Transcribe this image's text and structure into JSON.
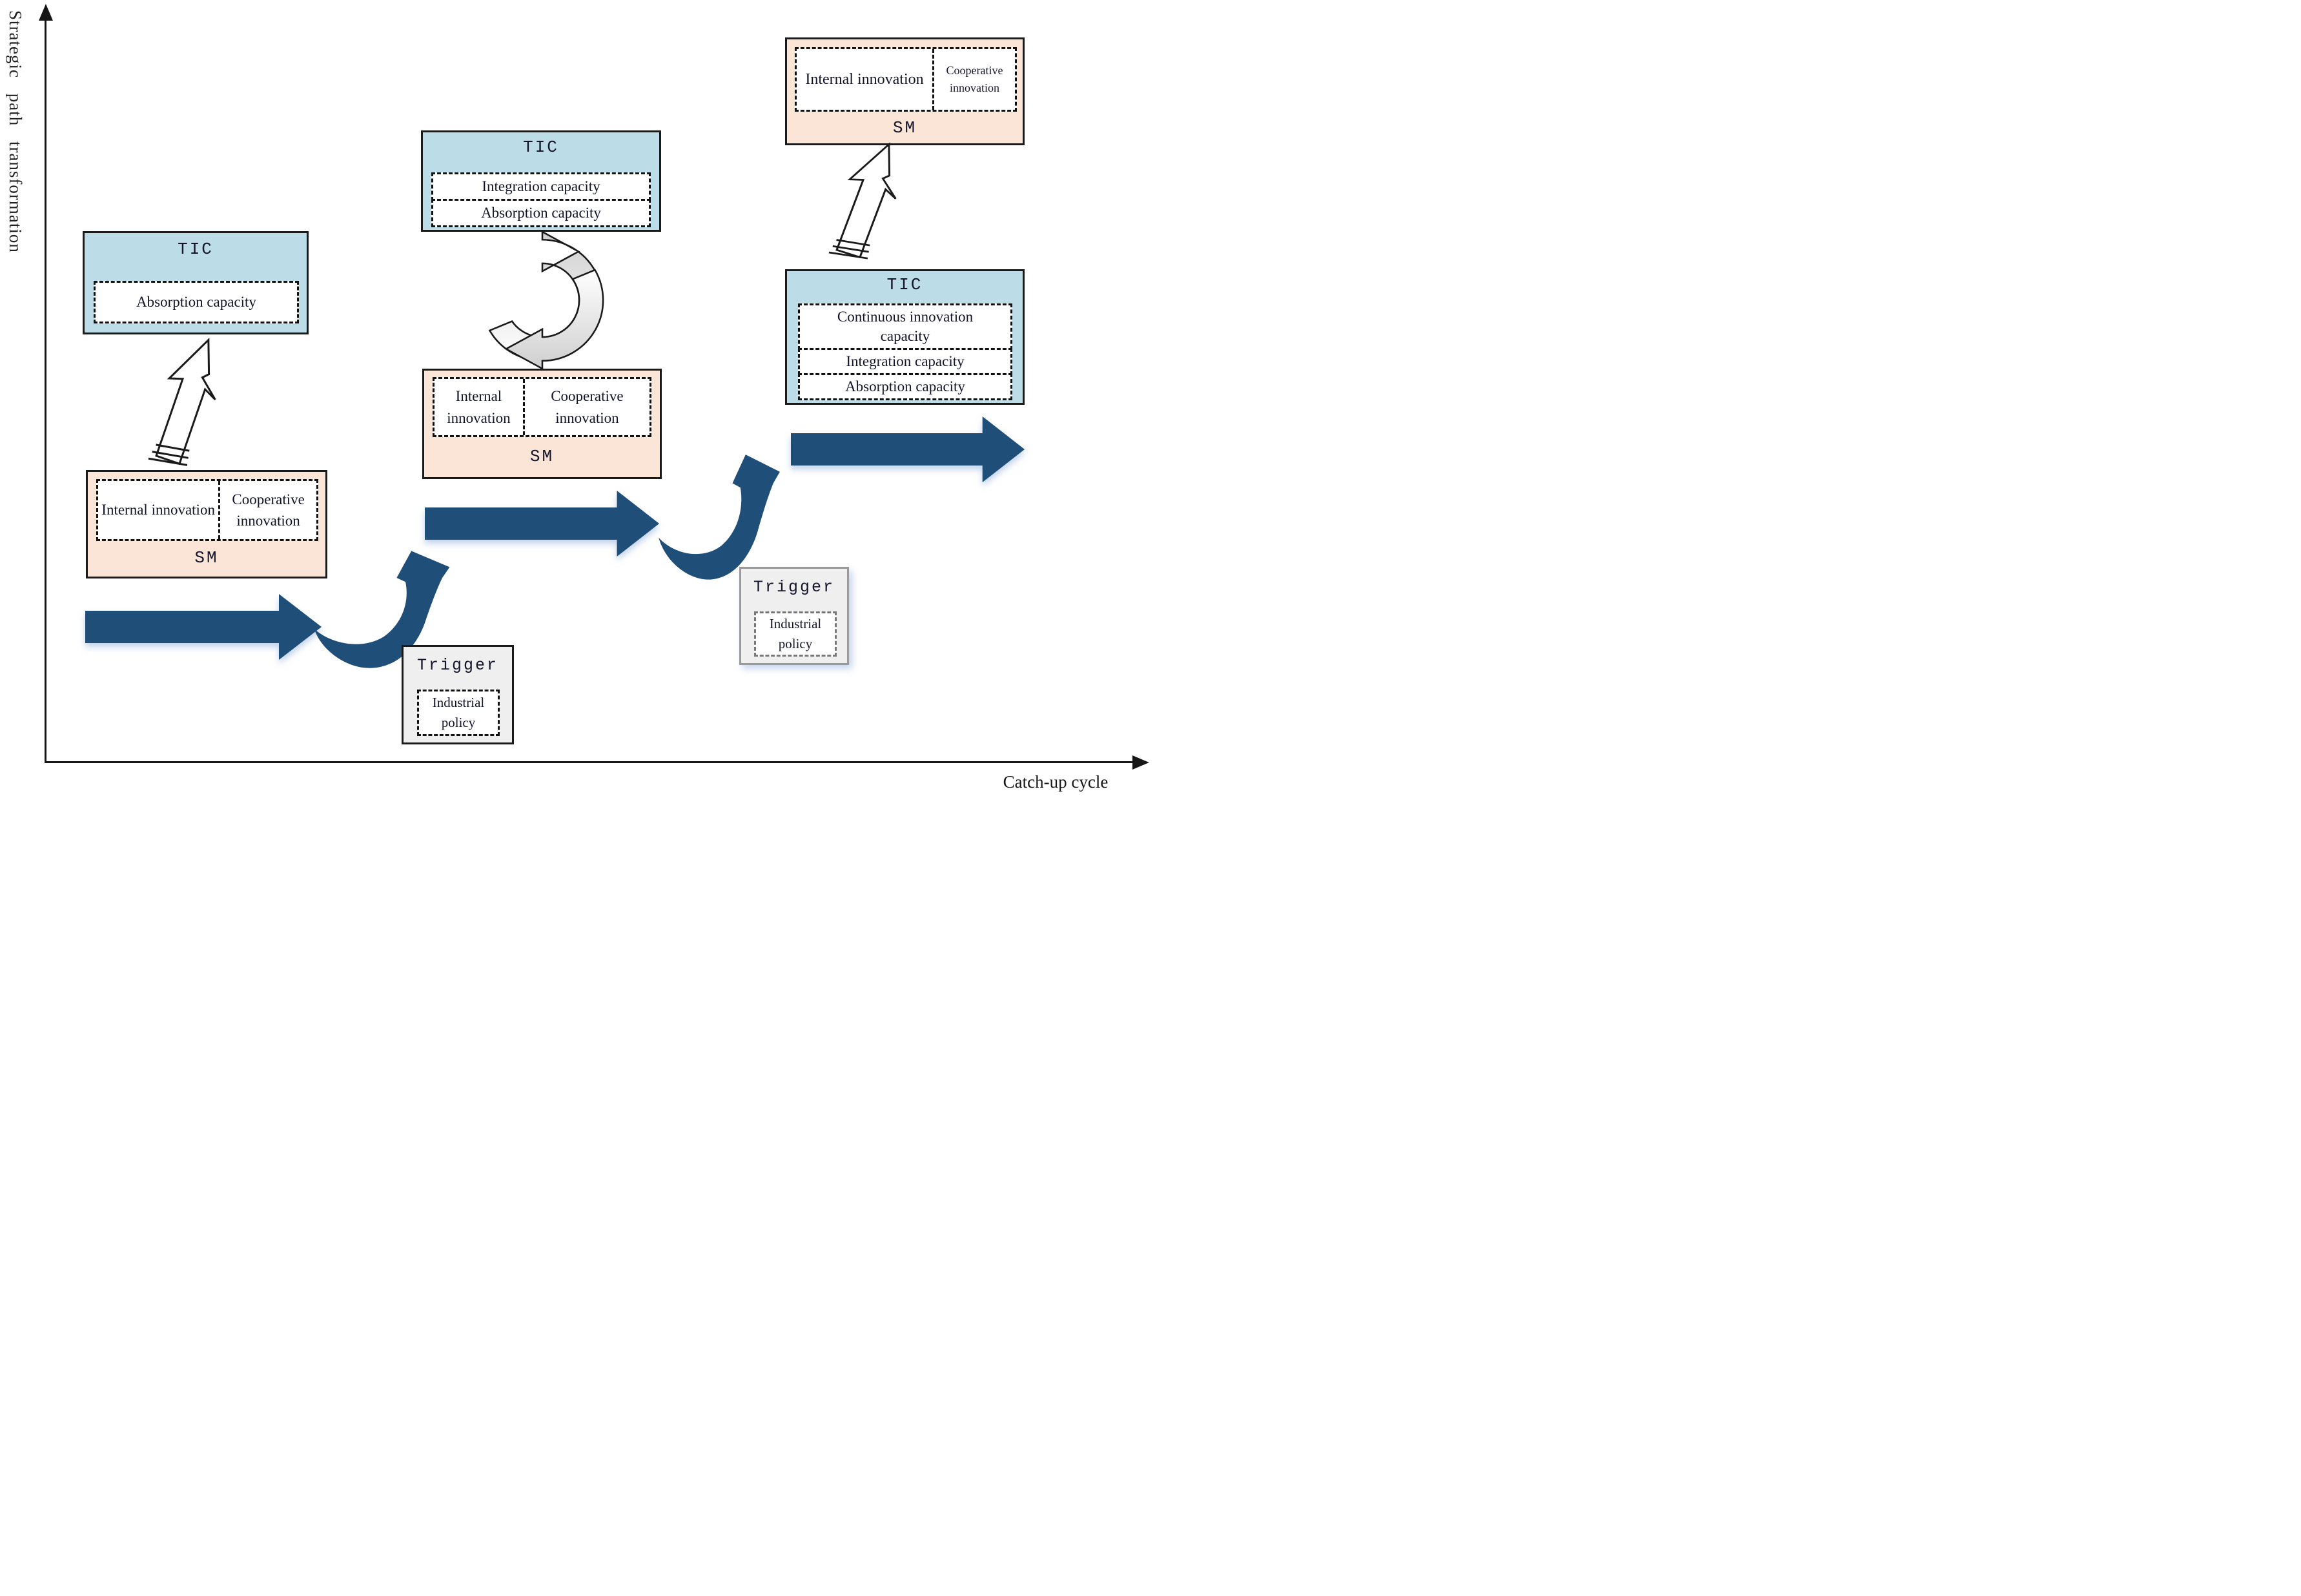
{
  "diagram": {
    "y_axis_label": "Strategic path transformation",
    "x_axis_label": "Catch-up cycle"
  },
  "colors": {
    "tic_fill": "#bcdde8",
    "sm_fill": "#fbe5d6",
    "trigger_fill": "#efefef",
    "arrow_blue": "#1f4e79",
    "cycle_arrow_gray": "#cfcfcf",
    "border_dark": "#1a1a1a"
  },
  "stage1": {
    "tic_title": "TIC",
    "tic_rows": [
      "Absorption capacity"
    ],
    "sm_title": "SM",
    "sm_cells": [
      "Internal innovation",
      "Cooperative innovation"
    ],
    "trigger_title": "Trigger",
    "trigger_item": "Industrial policy"
  },
  "stage2": {
    "tic_title": "TIC",
    "tic_rows": [
      "Integration capacity",
      "Absorption capacity"
    ],
    "sm_title": "SM",
    "sm_cells": [
      "Internal innovation",
      "Cooperative innovation"
    ],
    "trigger_title": "Trigger",
    "trigger_item": "Industrial policy"
  },
  "stage3": {
    "tic_title": "TIC",
    "tic_rows": [
      "Continuous innovation capacity",
      "Integration capacity",
      "Absorption capacity"
    ],
    "sm_title": "SM",
    "sm_cells": [
      "Internal innovation",
      "Cooperative innovation"
    ]
  }
}
